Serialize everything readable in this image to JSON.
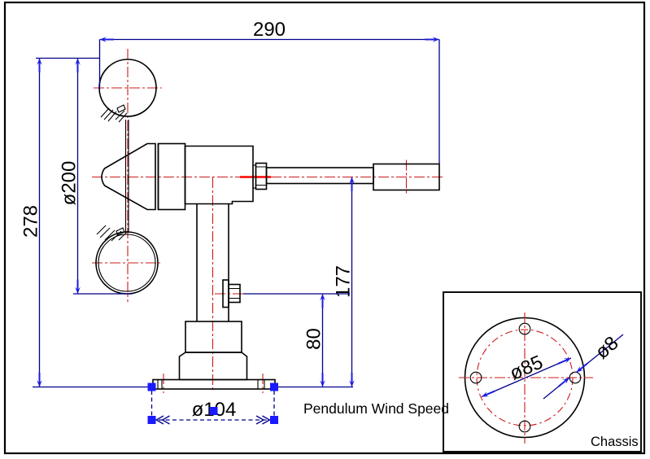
{
  "main_view": {
    "label": "Pendulum Wind Speed",
    "dims": {
      "overall_width": "290",
      "overall_height": "278",
      "rotor_diameter": "ø200",
      "arm_axis_height": "177",
      "bolt_height": "80",
      "base_flange_diameter": "ø104"
    }
  },
  "detail_view": {
    "label": "Chassis",
    "dims": {
      "bolt_circle_diameter": "ø85",
      "hole_diameter": "ø8"
    }
  },
  "colors": {
    "geometry": "#000000",
    "centerline": "#cc1a1a",
    "dimension_line": "#00008b",
    "arrow": "#1c1ce0",
    "selection_grip": "#1a1aff",
    "background": "#ffffff"
  }
}
